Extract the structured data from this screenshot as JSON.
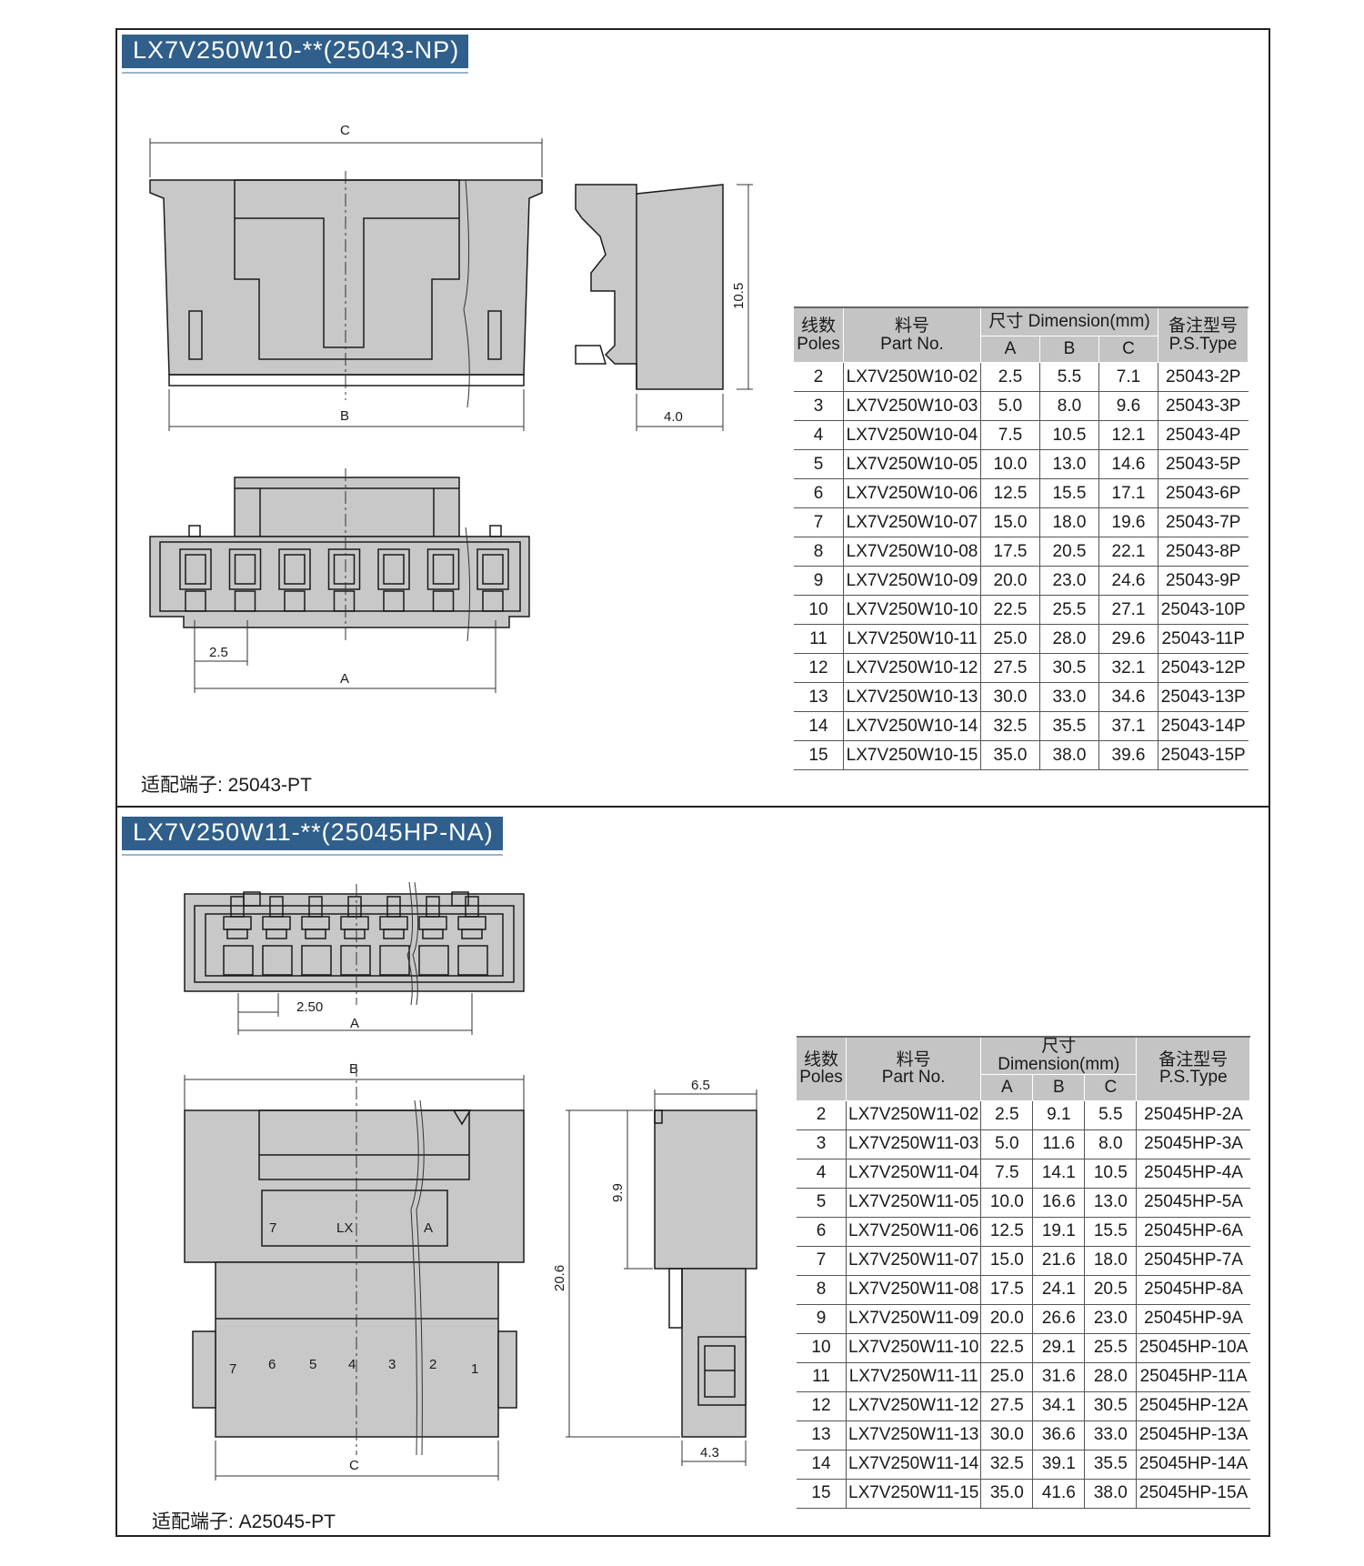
{
  "section1": {
    "title": "LX7V250W10-**(25043-NP)",
    "fit_terminal": "适配端子: 25043-PT",
    "dims": {
      "C": "C",
      "B": "B",
      "h": "10.5",
      "w": "4.0",
      "pitch": "2.5",
      "A": "A"
    },
    "table": {
      "h_poles_cn": "线数",
      "h_poles_en": "Poles",
      "h_part_cn": "料号",
      "h_part_en": "Part No.",
      "h_dim": "尺寸 Dimension(mm)",
      "h_ps_cn": "备注型号",
      "h_ps_en": "P.S.Type",
      "h_a": "A",
      "h_b": "B",
      "h_c": "C",
      "rows": [
        [
          "2",
          "LX7V250W10-02",
          "2.5",
          "5.5",
          "7.1",
          "25043-2P"
        ],
        [
          "3",
          "LX7V250W10-03",
          "5.0",
          "8.0",
          "9.6",
          "25043-3P"
        ],
        [
          "4",
          "LX7V250W10-04",
          "7.5",
          "10.5",
          "12.1",
          "25043-4P"
        ],
        [
          "5",
          "LX7V250W10-05",
          "10.0",
          "13.0",
          "14.6",
          "25043-5P"
        ],
        [
          "6",
          "LX7V250W10-06",
          "12.5",
          "15.5",
          "17.1",
          "25043-6P"
        ],
        [
          "7",
          "LX7V250W10-07",
          "15.0",
          "18.0",
          "19.6",
          "25043-7P"
        ],
        [
          "8",
          "LX7V250W10-08",
          "17.5",
          "20.5",
          "22.1",
          "25043-8P"
        ],
        [
          "9",
          "LX7V250W10-09",
          "20.0",
          "23.0",
          "24.6",
          "25043-9P"
        ],
        [
          "10",
          "LX7V250W10-10",
          "22.5",
          "25.5",
          "27.1",
          "25043-10P"
        ],
        [
          "11",
          "LX7V250W10-11",
          "25.0",
          "28.0",
          "29.6",
          "25043-11P"
        ],
        [
          "12",
          "LX7V250W10-12",
          "27.5",
          "30.5",
          "32.1",
          "25043-12P"
        ],
        [
          "13",
          "LX7V250W10-13",
          "30.0",
          "33.0",
          "34.6",
          "25043-13P"
        ],
        [
          "14",
          "LX7V250W10-14",
          "32.5",
          "35.5",
          "37.1",
          "25043-14P"
        ],
        [
          "15",
          "LX7V250W10-15",
          "35.0",
          "38.0",
          "39.6",
          "25043-15P"
        ]
      ]
    }
  },
  "section2": {
    "title": "LX7V250W11-**(25045HP-NA)",
    "fit_terminal": "适配端子: A25045-PT",
    "dims": {
      "pitch": "2.50",
      "A": "A",
      "B": "B",
      "C": "C",
      "h1": "9.9",
      "h2": "20.6",
      "w1": "6.5",
      "w2": "4.3"
    },
    "marks": {
      "m7": "7",
      "lx": "LX",
      "ma": "A",
      "n7": "7",
      "n6": "6",
      "n5": "5",
      "n4": "4",
      "n3": "3",
      "n2": "2",
      "n1": "1"
    },
    "table": {
      "h_poles_cn": "线数",
      "h_poles_en": "Poles",
      "h_part_cn": "料号",
      "h_part_en": "Part No.",
      "h_dim": "尺寸 Dimension(mm)",
      "h_ps_cn": "备注型号",
      "h_ps_en": "P.S.Type",
      "h_a": "A",
      "h_b": "B",
      "h_c": "C",
      "rows": [
        [
          "2",
          "LX7V250W11-02",
          "2.5",
          "9.1",
          "5.5",
          "25045HP-2A"
        ],
        [
          "3",
          "LX7V250W11-03",
          "5.0",
          "11.6",
          "8.0",
          "25045HP-3A"
        ],
        [
          "4",
          "LX7V250W11-04",
          "7.5",
          "14.1",
          "10.5",
          "25045HP-4A"
        ],
        [
          "5",
          "LX7V250W11-05",
          "10.0",
          "16.6",
          "13.0",
          "25045HP-5A"
        ],
        [
          "6",
          "LX7V250W11-06",
          "12.5",
          "19.1",
          "15.5",
          "25045HP-6A"
        ],
        [
          "7",
          "LX7V250W11-07",
          "15.0",
          "21.6",
          "18.0",
          "25045HP-7A"
        ],
        [
          "8",
          "LX7V250W11-08",
          "17.5",
          "24.1",
          "20.5",
          "25045HP-8A"
        ],
        [
          "9",
          "LX7V250W11-09",
          "20.0",
          "26.6",
          "23.0",
          "25045HP-9A"
        ],
        [
          "10",
          "LX7V250W11-10",
          "22.5",
          "29.1",
          "25.5",
          "25045HP-10A"
        ],
        [
          "11",
          "LX7V250W11-11",
          "25.0",
          "31.6",
          "28.0",
          "25045HP-11A"
        ],
        [
          "12",
          "LX7V250W11-12",
          "27.5",
          "34.1",
          "30.5",
          "25045HP-12A"
        ],
        [
          "13",
          "LX7V250W11-13",
          "30.0",
          "36.6",
          "33.0",
          "25045HP-13A"
        ],
        [
          "14",
          "LX7V250W11-14",
          "32.5",
          "39.1",
          "35.5",
          "25045HP-14A"
        ],
        [
          "15",
          "LX7V250W11-15",
          "35.0",
          "41.6",
          "38.0",
          "25045HP-15A"
        ]
      ]
    }
  }
}
